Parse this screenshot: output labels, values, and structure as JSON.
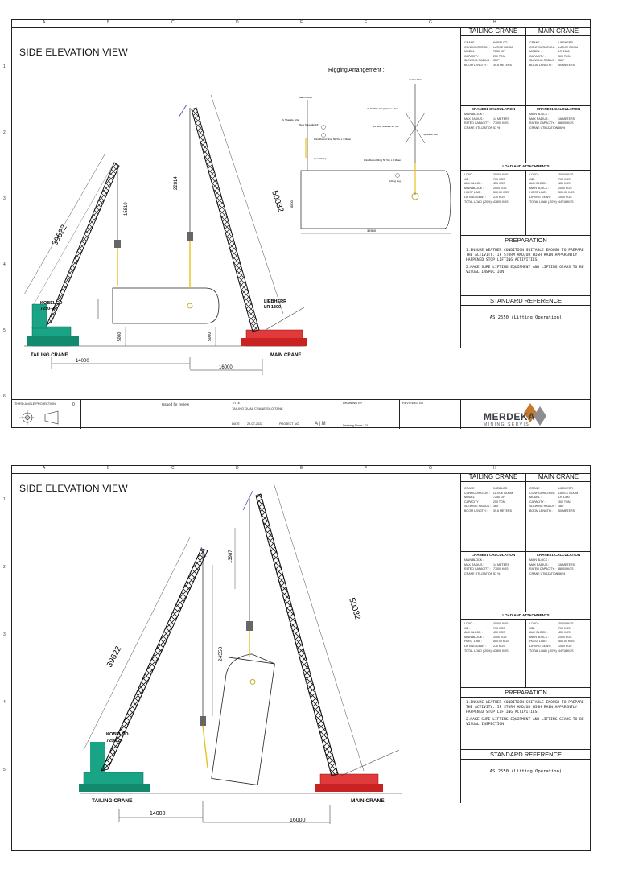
{
  "grid": {
    "columns": [
      "A",
      "B",
      "C",
      "D",
      "E",
      "F",
      "G",
      "H",
      "I"
    ],
    "rows": [
      "1",
      "2",
      "3",
      "4",
      "5",
      "6"
    ]
  },
  "sheet1": {
    "title": "SIDE ELEVATION VIEW",
    "rigging_title": "Rigging Arrangement :",
    "tailing_label": "TAILING CRANE",
    "main_label": "MAIN CRANE",
    "kobelco_label": "KOBELCO\n7250-2F",
    "liebherr_label": "LIEBHERR\nLR 1300",
    "dims": {
      "tail_boom": "39622",
      "main_boom": "50032",
      "tail_hook": "15819",
      "main_hook": "22814",
      "ht1": "5000",
      "ht2": "5000",
      "span1": "14000",
      "span2": "16000",
      "tank_len": "37800",
      "tank_h": "8800"
    },
    "rigging_notes": [
      "Main Frame",
      "2x Shackle 12ts",
      "New Spreader 16T",
      "1 Ex Round Sling 50 Ton x 7 Meter",
      "Load Pulley",
      "2x 6x Wire Sling 32mm x 6m",
      "Anchor Plate",
      "2x New Shackle 35 Ton",
      "Spreader Bar",
      "1 Ex Round Sling 50 Ton x 4 Meter",
      "Lifting Lug"
    ]
  },
  "sheet2": {
    "title": "SIDE ELEVATION VIEW",
    "tailing_label": "TAILING CRANE",
    "main_label": "MAIN CRANE",
    "kobelco_label": "KOBELCO\n7250-2F",
    "dims": {
      "tail_boom": "39622",
      "main_boom": "50032",
      "tail_hook": "24550",
      "main_hook": "13987",
      "span1": "14000",
      "span2": "16000"
    }
  },
  "panel": {
    "tailing_crane": "TAILING CRANE",
    "main_crane": "MAIN CRANE",
    "tailing_specs": [
      {
        "k": "CRANE :",
        "v": "KOBELCO"
      },
      {
        "k": "CONFIGURATION :",
        "v": "LATICE BOOM"
      },
      {
        "k": "MODEL :",
        "v": "7250 -2F"
      },
      {
        "k": "CAPACITY :",
        "v": "250 TON"
      },
      {
        "k": "SLEWING RADIUS :",
        "v": "360°"
      },
      {
        "k": "BOOM LENGTH :",
        "v": "39.6 METERS"
      }
    ],
    "main_specs": [
      {
        "k": "CRANE :",
        "v": "LIEBHERR"
      },
      {
        "k": "CONFIGURATION :",
        "v": "LATICE BOOM"
      },
      {
        "k": "MODEL :",
        "v": "LR 1300"
      },
      {
        "k": "CAPACITY :",
        "v": "300 TON"
      },
      {
        "k": "SLEWING RADIUS :",
        "v": "360°"
      },
      {
        "k": "BOOM LENGTH :",
        "v": "50 METERS"
      }
    ],
    "calc_head_left": "CRANE01 CALCULATION",
    "calc_head_right": "CRANE01 CALCULATION",
    "calc_left": [
      {
        "k": "MAIN BLOCK :",
        "v": ""
      },
      {
        "k": "MAX RADIUS :",
        "v": "14 METERS"
      },
      {
        "k": "RATED CAPACITY :",
        "v": "77000 KGS"
      },
      {
        "k": "CRANE UTILIZATION :",
        "v": "57 %"
      }
    ],
    "calc_right": [
      {
        "k": "MAIN BLOCK :",
        "v": ""
      },
      {
        "k": "MAX RADIUS :",
        "v": "16 METERS"
      },
      {
        "k": "RATED CAPACITY :",
        "v": "88000 KGS"
      },
      {
        "k": "CRANE UTILIZATION :",
        "v": "56 %"
      }
    ],
    "load_head": "LOAD AND ATTACHMENTS",
    "load_left": [
      {
        "k": "LOAD :",
        "v": "30000 KGS"
      },
      {
        "k": "JIB :",
        "v": "700 KGS"
      },
      {
        "k": "AUX BLOCK :",
        "v": "450 KGS"
      },
      {
        "k": "MAIN BLOCK :",
        "v": "2000 KGS"
      },
      {
        "k": "HOIST LINE :",
        "v": "500.00 KGS"
      },
      {
        "k": "LIFTING GEAR :",
        "v": "270 KGS"
      },
      {
        "k": "TOTAL LOAD (-20%) :",
        "v": "43800 KGS"
      }
    ],
    "load_right": [
      {
        "k": "LOAD :",
        "v": "30000 KGS"
      },
      {
        "k": "JIB :",
        "v": "700 KGS"
      },
      {
        "k": "AUX BLOCK :",
        "v": "450 KGS"
      },
      {
        "k": "MAIN BLOCK :",
        "v": "2000 KGS"
      },
      {
        "k": "HOIST LINE :",
        "v": "500.00 KGS"
      },
      {
        "k": "LIFTING GEAR :",
        "v": "1000 KGS"
      },
      {
        "k": "TOTAL LOAD (-20%) :",
        "v": "44718 KGS"
      }
    ],
    "preparation": "PREPARATION",
    "prep_items": [
      "1.ENSURE WEATHER CONDITION SUITABLE ENOUGH TO PREPARE THE ACTIVITY. IF STORM AND/OR HIGH RAIN APPARENTLY HAPPENED STOP LIFTING ACTIVITIES.",
      "2.MAKE SURE LIFTING EQUIPMENT AND LIFTING GEARS TO BE VISUAL INSPECTION."
    ],
    "standard_reference": "STANDARD REFERENCE",
    "std_value": "AS 2550 (Lifting Operation)"
  },
  "titleblock": {
    "projection": "THIRD ANGLE PROJECTION",
    "rev": "0",
    "issued": "Issued for review",
    "title_label": "TITLE",
    "title_value": "TAILING DUAL CRANE SILO TANK",
    "date_label": "DATE",
    "date_value": "22-07-2022",
    "project_label": "PROJECT NO.",
    "scale": "A | M",
    "drawn_label": "DRAWING BY",
    "review_label": "REVIEWED BY",
    "drawing_no": "Drawing Node : 01",
    "logo_name": "MERDEKA",
    "logo_sub": "MINING SERVIS"
  }
}
